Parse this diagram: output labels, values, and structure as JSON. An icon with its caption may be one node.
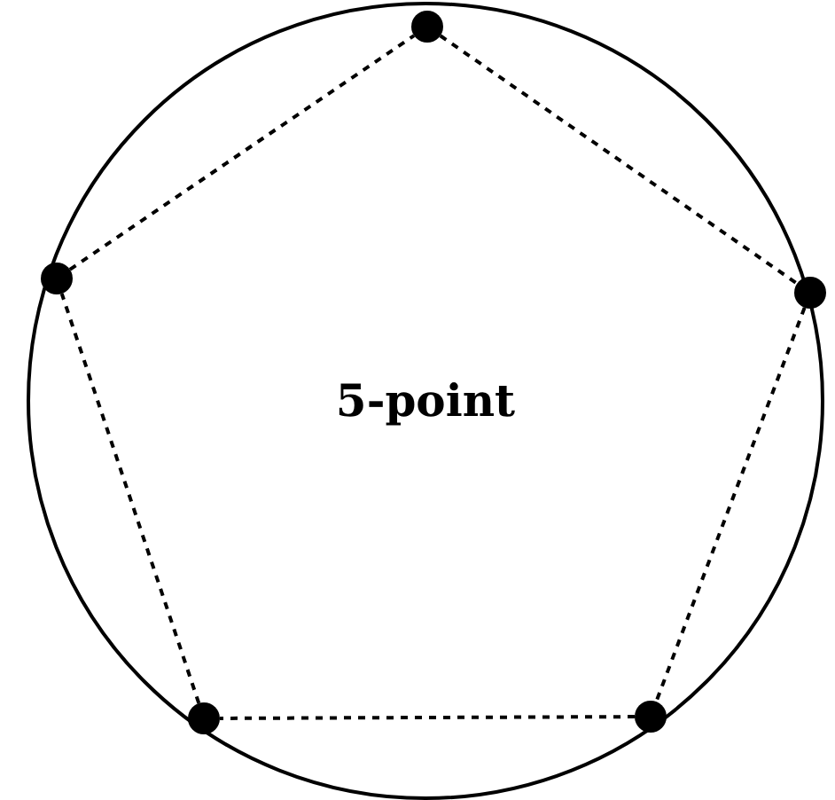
{
  "diagram": {
    "nodes": [
      {
        "text": [
          "5-point"
        ]
      },
      {
        "text": [],
        "shape": "circle",
        "in": 0
      },
      {
        "text": [],
        "shape": "circle",
        "in": 0
      },
      {
        "text": [],
        "shape": "circle",
        "in": 0
      },
      {
        "text": [],
        "shape": "circle",
        "in": 0
      },
      {
        "text": [],
        "shape": "circle",
        "in": 0
      }
    ],
    "edges": [
      {
        "from": 1,
        "to": 3,
        "arrow": "none",
        "style": "dashed"
      },
      {
        "from": 3,
        "to": 5,
        "arrow": "none",
        "style": "dashed"
      },
      {
        "from": 5,
        "to": 4,
        "arrow": "none",
        "style": "dashed"
      },
      {
        "from": 4,
        "to": 2,
        "arrow": "none",
        "style": "dashed"
      },
      {
        "from": 2,
        "to": 1,
        "arrow": "none",
        "style": "dashed"
      }
    ]
  }
}
